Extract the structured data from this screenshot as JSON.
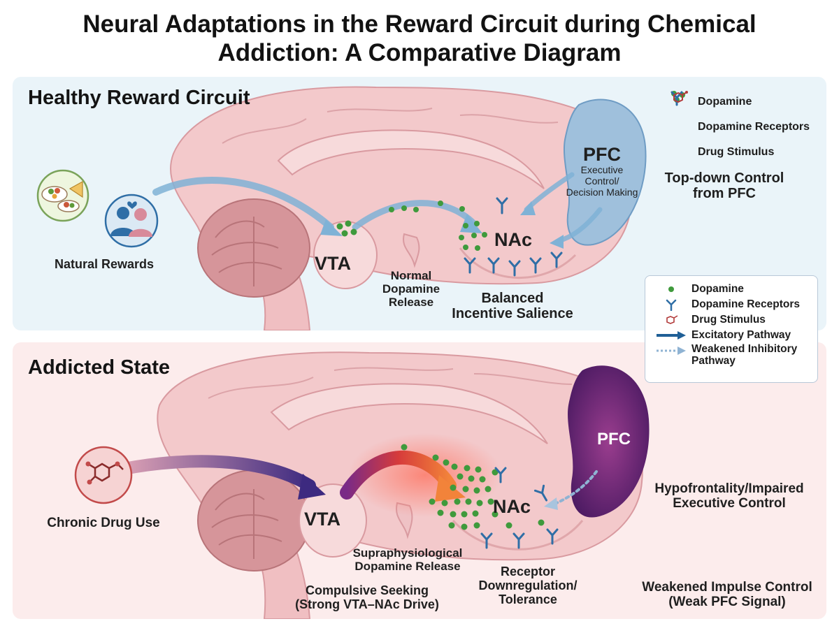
{
  "title": {
    "line1": "Neural Adaptations in the Reward Circuit during Chemical",
    "line2": "Addiction: A Comparative Diagram"
  },
  "healthy": {
    "heading": "Healthy Reward Circuit",
    "natural_rewards": "Natural Rewards",
    "vta": "VTA",
    "nac": "NAc",
    "pfc": "PFC",
    "pfc_sub_1": "Executive Control/",
    "pfc_sub_2": "Decision Making",
    "normal_release_1": "Normal",
    "normal_release_2": "Dopamine",
    "normal_release_3": "Release",
    "balanced_1": "Balanced",
    "balanced_2": "Incentive Salience",
    "topdown_1": "Top-down Control",
    "topdown_2": "from PFC"
  },
  "legend_top": {
    "dopamine": "Dopamine",
    "receptors": "Dopamine Receptors",
    "drug": "Drug Stimulus"
  },
  "legend_box": {
    "dopamine": "Dopamine",
    "receptors": "Dopamine Receptors",
    "drug": "Drug Stimulus",
    "excitatory": "Excitatory Pathway",
    "weakened_1": "Weakened Inhibitory",
    "weakened_2": "Pathway"
  },
  "addicted": {
    "heading": "Addicted State",
    "chronic": "Chronic Drug Use",
    "vta": "VTA",
    "nac": "NAc",
    "pfc": "PFC",
    "supra_1": "Supraphysiological",
    "supra_2": "Dopamine Release",
    "compulsive_1": "Compulsive Seeking",
    "compulsive_2": "(Strong VTA–NAc Drive)",
    "receptor_1": "Receptor",
    "receptor_2": "Downregulation/",
    "receptor_3": "Tolerance",
    "hypo_1": "Hypofrontality/Impaired",
    "hypo_2": "Executive Control",
    "weakened_1": "Weakened Impulse Control",
    "weakened_2": "(Weak PFC Signal)"
  },
  "colors": {
    "dopamine": "#3f9a3c",
    "receptor": "#2f6ea6",
    "drug": "#b23b3b",
    "healthy_pfc": "#9fc0dc",
    "addicted_pfc": "#5b1f6e",
    "excitatory": "#1f5f96"
  }
}
